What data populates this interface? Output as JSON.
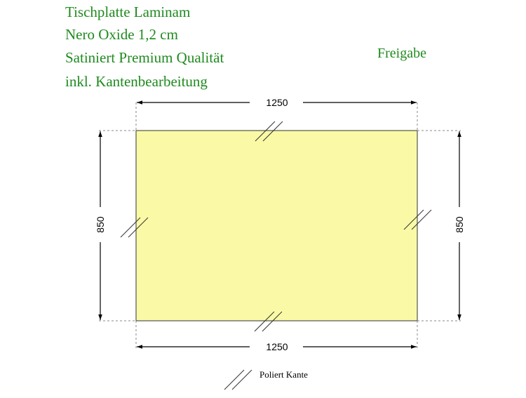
{
  "header": {
    "lines": [
      "Tischplatte Laminam",
      "Nero Oxide 1,2 cm",
      "Satiniert Premium Qualität",
      "inkl. Kantenbearbeitung"
    ],
    "status": "Freigabe"
  },
  "dimensions": {
    "width_top": "1250",
    "width_bottom": "1250",
    "height_left": "850",
    "height_right": "850"
  },
  "legend": {
    "label": "Poliert Kante"
  },
  "colors": {
    "text_green": "#1f8a1f",
    "panel_fill": "#fafaa6"
  }
}
